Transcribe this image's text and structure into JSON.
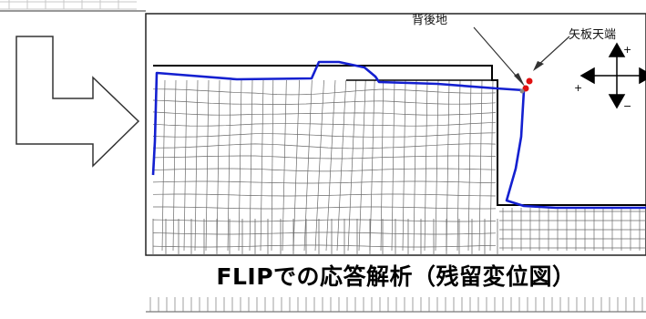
{
  "labels": {
    "back_ground": "背後地",
    "sheet_pile_top": "矢板天端",
    "plus": "+",
    "minus": "−"
  },
  "caption": "FLIPでの応答解析（残留変位図）",
  "colors": {
    "deformed_outline": "#1420d0",
    "marker_red": "#e01010",
    "marker_gray": "#888888",
    "mesh": "#6a6a6a",
    "initial_outline": "#000000"
  }
}
